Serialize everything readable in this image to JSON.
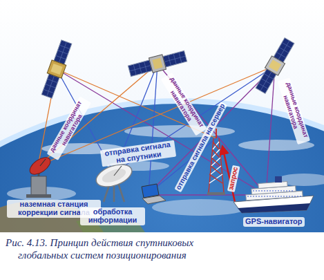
{
  "diagram": {
    "caption": "Рис. 4.13. Принцип действия спутниковых глобальных систем позиционирования",
    "labels": [
      "данные координат навигатора",
      "данные координат навигатора",
      "данные координат навигатора",
      "отправка сигнала на спутники",
      "отправка сигнала на сервер",
      "запрос",
      "наземная станция коррекции сигнала",
      "обработка информации",
      "GPS-навигатор"
    ]
  }
}
